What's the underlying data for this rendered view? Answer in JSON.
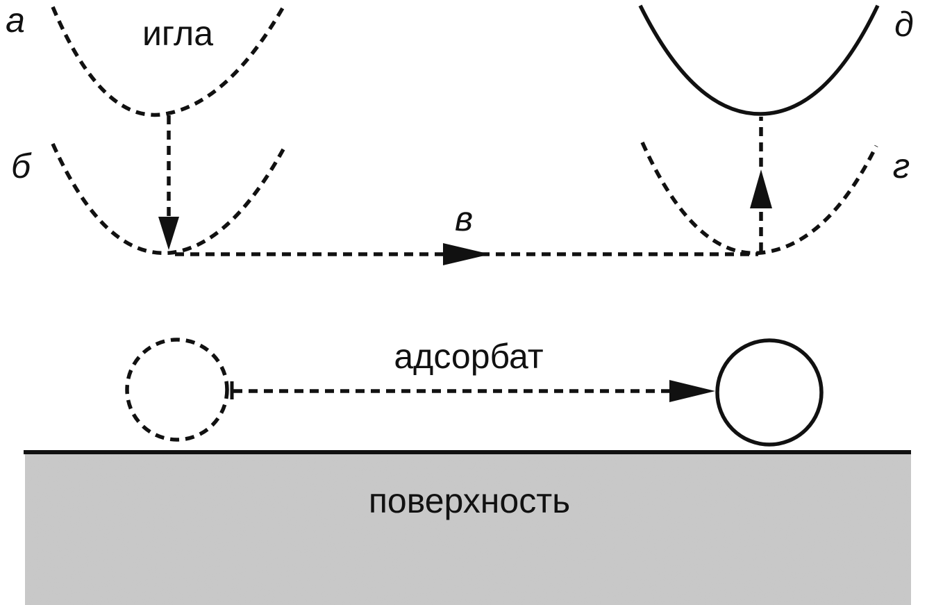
{
  "labels": {
    "a": "а",
    "b": "б",
    "v": "в",
    "g": "г",
    "d": "д"
  },
  "words": {
    "needle": "игла",
    "adsorbate": "адсорбат",
    "surface": "поверхность"
  },
  "colors": {
    "ink": "#111111",
    "surface_fill": "#c9c9c9",
    "background": "#ffffff"
  }
}
